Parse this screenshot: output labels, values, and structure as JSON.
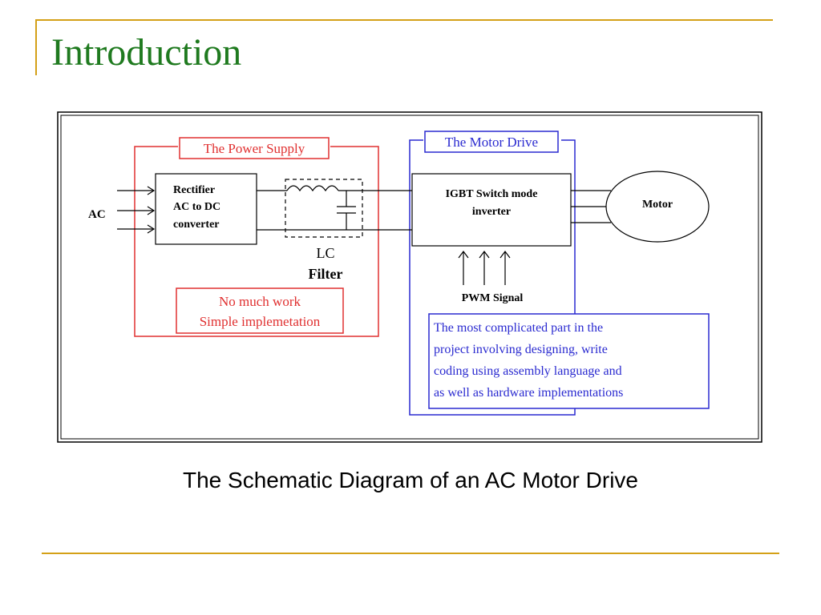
{
  "slide": {
    "title": "Introduction",
    "caption": "The Schematic Diagram of an AC Motor Drive"
  },
  "diagram": {
    "power_supply_label": "The Power Supply",
    "motor_drive_label": "The Motor Drive",
    "ac_label": "AC",
    "rectifier_lines": [
      "Rectifier",
      "AC to DC",
      "converter"
    ],
    "lc_filter_lines": [
      "LC",
      "Filter"
    ],
    "note_power_lines": [
      "No much work",
      "Simple implemetation"
    ],
    "igbt_lines": [
      "IGBT Switch mode",
      "inverter"
    ],
    "motor_label": "Motor",
    "pwm_label": "PWM Signal",
    "note_drive_lines": [
      "The most complicated part in the",
      "project involving designing, write",
      "coding using assembly language and",
      "as well as hardware implementations"
    ]
  },
  "colors": {
    "title": "#1f7a1f",
    "accent_line": "#d4a017",
    "power_supply_box": "#e03030",
    "motor_drive_box": "#2a2ad0"
  }
}
